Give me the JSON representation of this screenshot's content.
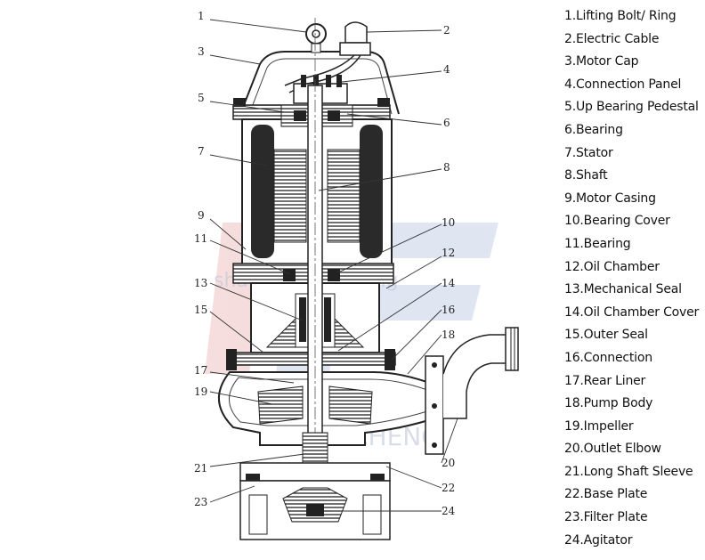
{
  "watermark": {
    "url_text": "shanghailiancheng",
    "brand_text": "LIANCHENG"
  },
  "callouts": [
    {
      "n": "1"
    },
    {
      "n": "2"
    },
    {
      "n": "3"
    },
    {
      "n": "4"
    },
    {
      "n": "5"
    },
    {
      "n": "6"
    },
    {
      "n": "7"
    },
    {
      "n": "8"
    },
    {
      "n": "9"
    },
    {
      "n": "10"
    },
    {
      "n": "11"
    },
    {
      "n": "12"
    },
    {
      "n": "13"
    },
    {
      "n": "14"
    },
    {
      "n": "15"
    },
    {
      "n": "16"
    },
    {
      "n": "17"
    },
    {
      "n": "18"
    },
    {
      "n": "19"
    },
    {
      "n": "20"
    },
    {
      "n": "21"
    },
    {
      "n": "22"
    },
    {
      "n": "23"
    },
    {
      "n": "24"
    }
  ],
  "legend": [
    "1.Lifting Bolt/ Ring",
    "2.Electric Cable",
    "3.Motor Cap",
    "4.Connection Panel",
    "5.Up Bearing Pedestal",
    "6.Bearing",
    "7.Stator",
    "8.Shaft",
    "9.Motor Casing",
    "10.Bearing Cover",
    "11.Bearing",
    "12.Oil Chamber",
    "13.Mechanical Seal",
    "14.Oil Chamber Cover",
    "15.Outer Seal",
    "16.Connection",
    "17.Rear Liner",
    "18.Pump Body",
    "19.Impeller",
    "20.Outlet Elbow",
    "21.Long Shaft Sleeve",
    "22.Base Plate",
    "23.Filter Plate",
    "24.Agitator"
  ]
}
